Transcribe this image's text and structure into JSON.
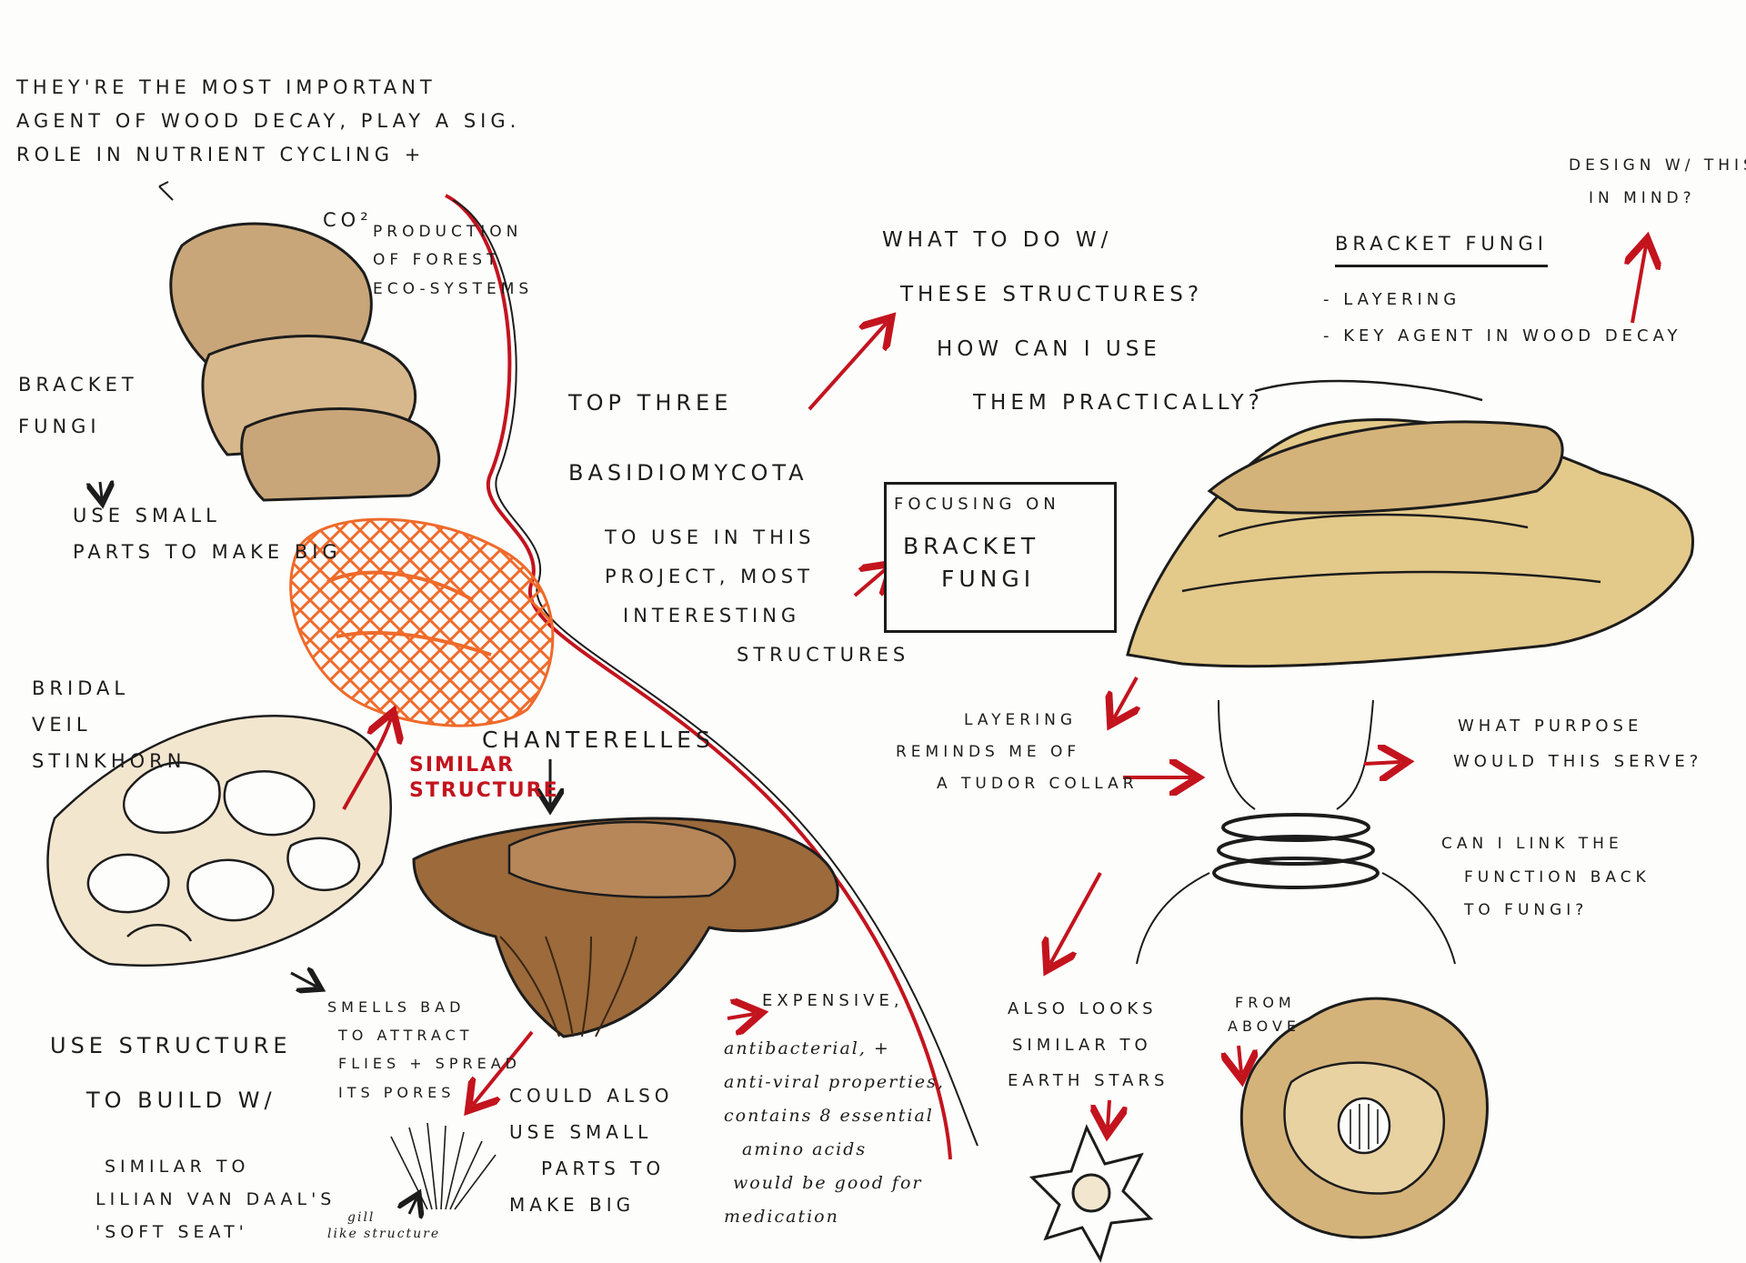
{
  "notes": {
    "wood_decay_intro": [
      "THEY'RE THE MOST IMPORTANT",
      "AGENT OF WOOD DECAY, PLAY A SIG.",
      "ROLE IN NUTRIENT CYCLING +"
    ],
    "co2": "CO²",
    "production": [
      "PRODUCTION",
      "OF FOREST",
      "ECO-SYSTEMS"
    ],
    "bracket_fungi_left": [
      "BRACKET",
      "FUNGI"
    ],
    "use_small_parts_top": [
      "USE SMALL",
      "PARTS TO MAKE BIG"
    ],
    "bridal_veil": [
      "BRIDAL",
      "VEIL",
      "STINKHORN"
    ],
    "similar_structure": [
      "SIMILAR",
      "STRUCTURE"
    ],
    "chanterelles": "CHANTERELLES",
    "use_structure": [
      "USE STRUCTURE",
      "TO BUILD W/"
    ],
    "similar_to_lilian": [
      "SIMILAR TO",
      "LILIAN VAN DAAL'S",
      "'SOFT SEAT'"
    ],
    "smells_bad": [
      "SMELLS BAD",
      "TO ATTRACT",
      "FLIES + SPREAD",
      "ITS PORES"
    ],
    "gill_like": [
      "gill",
      "like structure"
    ],
    "could_also": [
      "COULD ALSO",
      "USE SMALL",
      "PARTS TO",
      "MAKE BIG"
    ],
    "expensive": "EXPENSIVE,",
    "properties": [
      "antibacterial, +",
      "anti-viral properties,",
      "contains 8 essential",
      "amino acids",
      "would be good for",
      "medication"
    ],
    "top_three": [
      "TOP THREE",
      "BASIDIOMYCOTA"
    ],
    "to_use": [
      "TO USE IN THIS",
      "PROJECT, MOST",
      "INTERESTING",
      "STRUCTURES"
    ],
    "what_to_do": [
      "WHAT TO DO W/",
      "THESE STRUCTURES?",
      "HOW CAN I USE",
      "THEM PRACTICALLY?"
    ],
    "focusing_on": "FOCUSING ON",
    "focus_subject": [
      "BRACKET",
      "FUNGI"
    ],
    "bracket_fungi_heading": "BRACKET FUNGI",
    "bracket_points": [
      "- LAYERING",
      "- KEY AGENT IN WOOD DECAY"
    ],
    "design_with": [
      "DESIGN W/ THIS",
      "IN MIND?"
    ],
    "layering_reminds": [
      "LAYERING",
      "REMINDS ME OF",
      "A TUDOR COLLAR"
    ],
    "what_purpose": [
      "WHAT PURPOSE",
      "WOULD THIS SERVE?"
    ],
    "can_i_link": [
      "CAN I LINK THE",
      "FUNCTION BACK",
      "TO FUNGI?"
    ],
    "also_looks": [
      "ALSO LOOKS",
      "SIMILAR TO",
      "EARTH STARS"
    ],
    "from_above": [
      "FROM",
      "ABOVE"
    ]
  },
  "colors": {
    "ink": "#1c1c1c",
    "red_ink": "#c3141e",
    "orange_mesh": "#ef6a2a",
    "watercolor_tan": "#c9a679",
    "watercolor_brown": "#9c6a3b",
    "watercolor_yellow": "#e3c98a"
  }
}
